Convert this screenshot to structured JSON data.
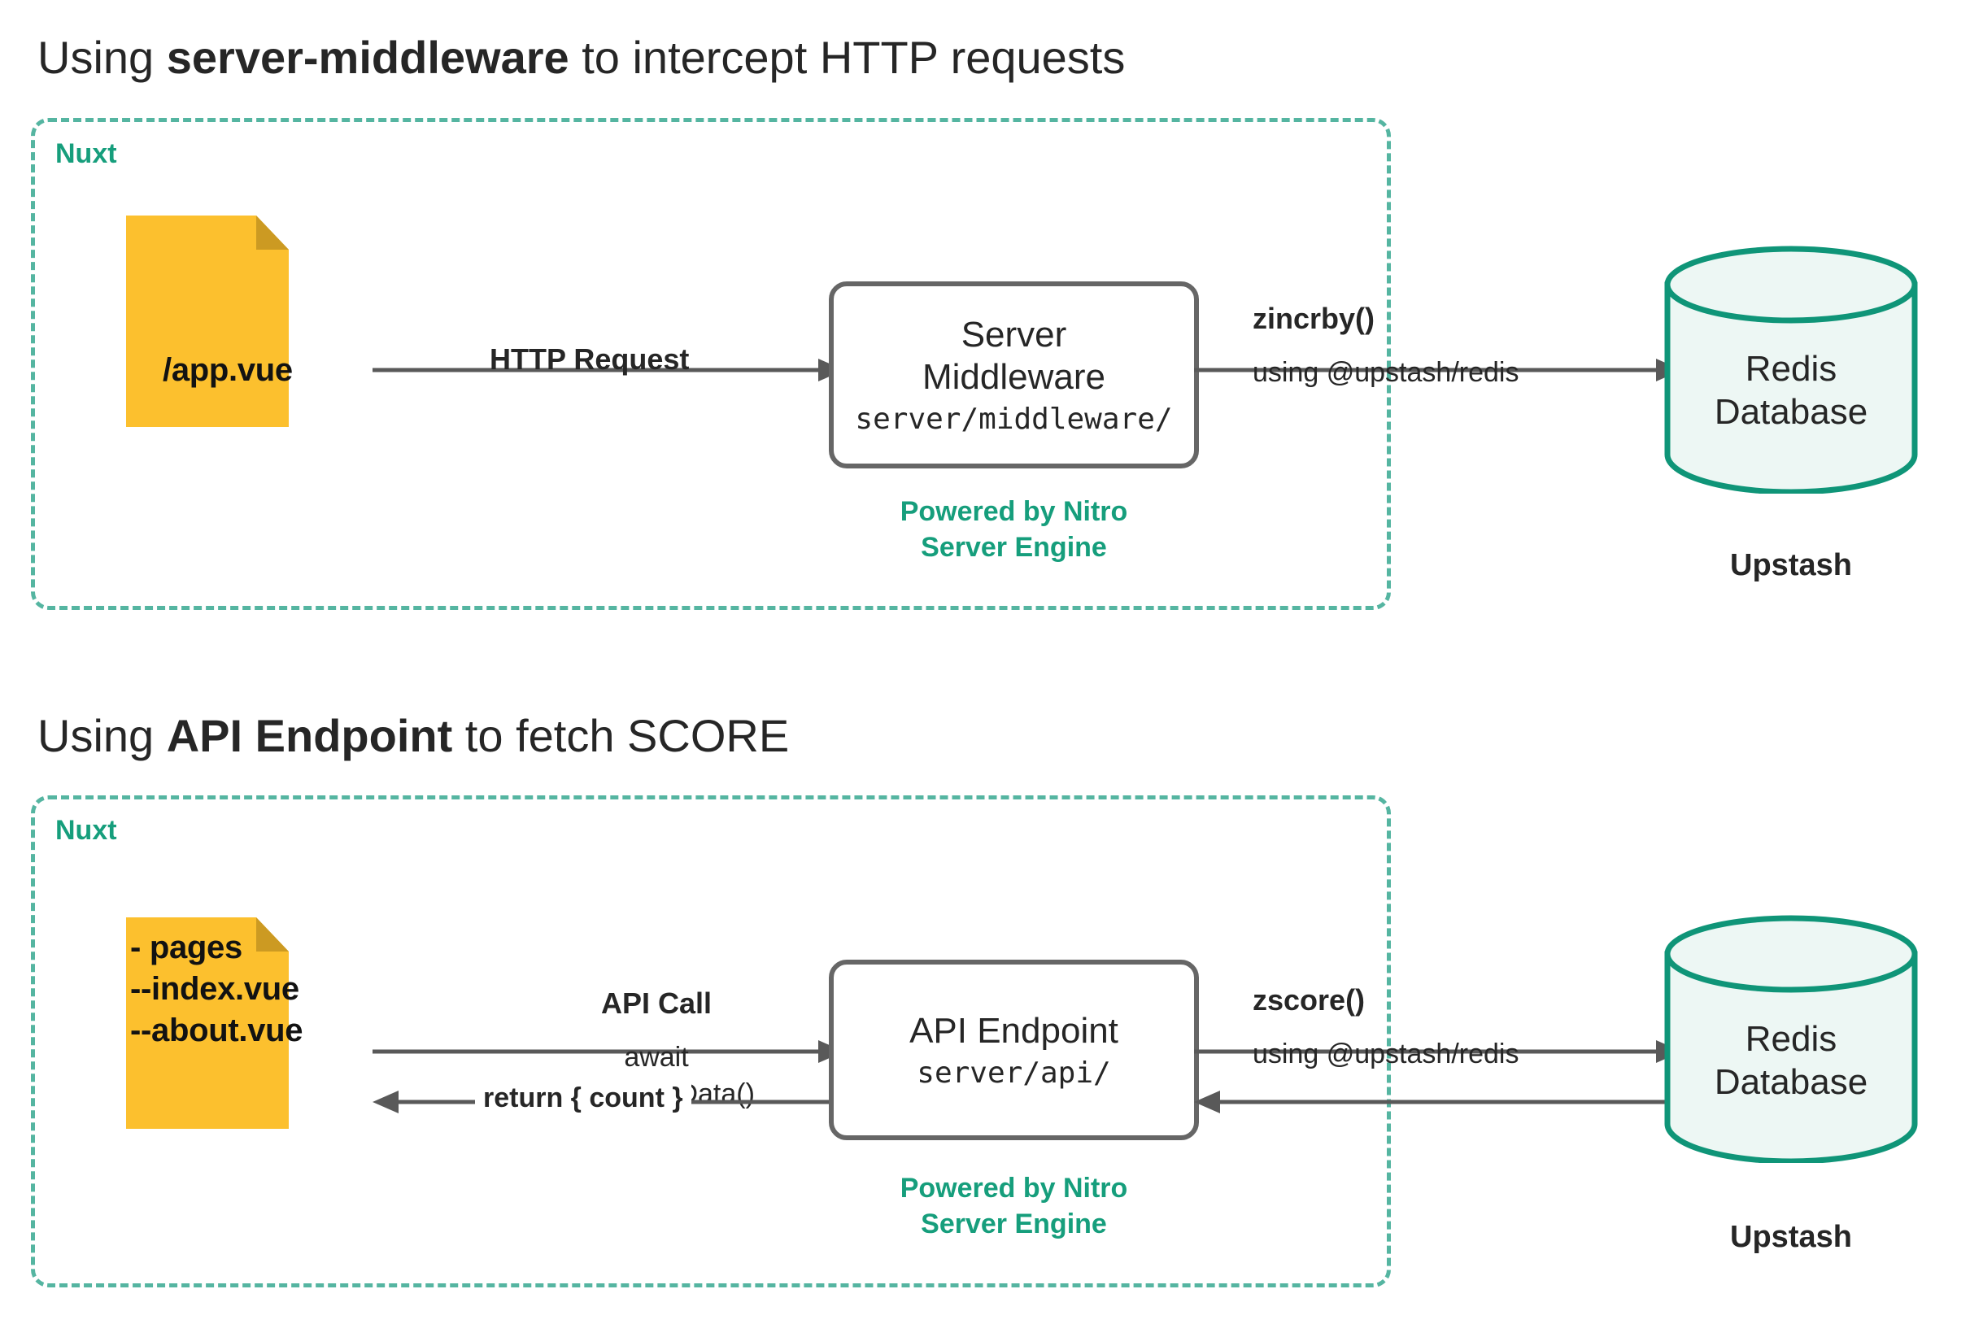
{
  "sections": [
    {
      "title_prefix": "Using ",
      "title_bold": "server-middleware",
      "title_suffix": " to intercept HTTP requests",
      "container_label": "Nuxt",
      "document": {
        "text": "/app.vue"
      },
      "process": {
        "title": "Server\nMiddleware",
        "path": "server/middleware/",
        "powered_by": "Powered by Nitro\nServer Engine"
      },
      "database": {
        "label": "Redis\nDatabase",
        "provider": "Upstash"
      },
      "arrows": [
        {
          "name": "http-request",
          "label_bold": "HTTP Request",
          "label_regular": ""
        },
        {
          "name": "zincrby",
          "label_bold": "zincrby()",
          "label_regular": "using @upstash/redis"
        }
      ]
    },
    {
      "title_prefix": "Using ",
      "title_bold": "API Endpoint",
      "title_suffix": " to fetch SCORE",
      "container_label": "Nuxt",
      "document": {
        "text": "- pages\n--index.vue\n--about.vue"
      },
      "process": {
        "title": "API Endpoint",
        "path": "server/api/",
        "powered_by": "Powered by Nitro\nServer Engine"
      },
      "database": {
        "label": "Redis\nDatabase",
        "provider": "Upstash"
      },
      "arrows": [
        {
          "name": "api-call",
          "label_bold": "API Call",
          "label_regular": "await useAsyncData()"
        },
        {
          "name": "return-count",
          "label_bold": "return { count }",
          "label_regular": ""
        },
        {
          "name": "zscore",
          "label_bold": "zscore()",
          "label_regular": "using @upstash/redis"
        }
      ]
    }
  ],
  "colors": {
    "nuxt_dashed_border": "#55b5a1",
    "nuxt_label_text": "#169e7c",
    "nitro_text": "#169e7c",
    "document_fill": "#fcc02e",
    "document_fold": "#cc9a22",
    "cylinder_stroke": "#0f9578",
    "cylinder_fill": "#edf7f4",
    "process_box_border": "#666666",
    "arrow_stroke": "#595959",
    "text_primary": "#262626"
  }
}
